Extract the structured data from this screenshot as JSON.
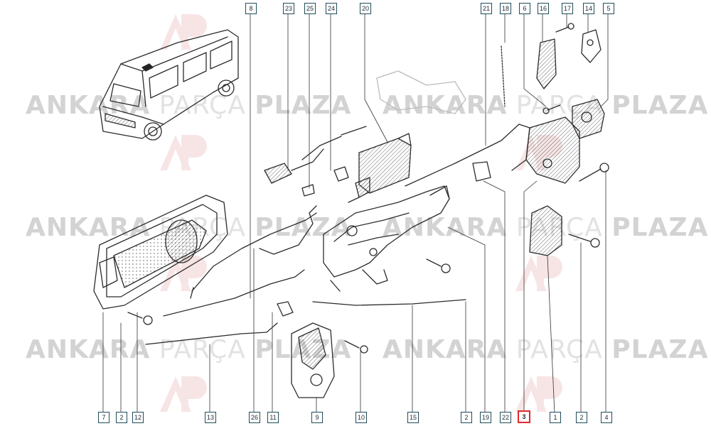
{
  "watermark": {
    "word1": "ANKARA",
    "word2": "PARÇA",
    "word3": "PLAZA",
    "logo": "AP"
  },
  "colors": {
    "line": "#2b2b2b",
    "callout_border": "#1f4d5a",
    "highlight": "#e3262b",
    "watermark": "#d9d9d9"
  },
  "callouts_top": [
    "8",
    "23",
    "25",
    "24",
    "20",
    "21",
    "18",
    "6",
    "16",
    "17",
    "14",
    "5"
  ],
  "callouts_bottom": [
    "7",
    "2",
    "12",
    "13",
    "26",
    "11",
    "9",
    "10",
    "15",
    "2",
    "19",
    "22",
    "3",
    "1",
    "2",
    "4"
  ],
  "selected_callout": "3"
}
